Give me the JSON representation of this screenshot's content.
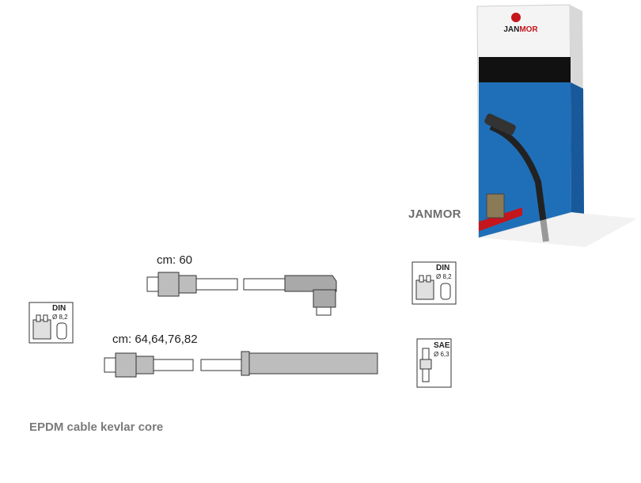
{
  "product": {
    "brand": "JANMOR",
    "box_logo_prefix": "JAN",
    "box_logo_suffix": "MOR",
    "caption": "EPDM cable kevlar core"
  },
  "cables": [
    {
      "length_label": "cm: 60"
    },
    {
      "length_label": "cm: 64,64,76,82"
    }
  ],
  "connectors": {
    "din_left": {
      "label": "DIN",
      "diameter": "Ø 8,2"
    },
    "din_right": {
      "label": "DIN",
      "diameter": "Ø 8,2"
    },
    "sae_right": {
      "label": "SAE",
      "diameter": "Ø 6,3"
    }
  },
  "colors": {
    "box_blue": "#1f6fb8",
    "box_red": "#c4161c",
    "cable_gray": "#bdbdbd",
    "text_gray": "#6d6d6d"
  }
}
